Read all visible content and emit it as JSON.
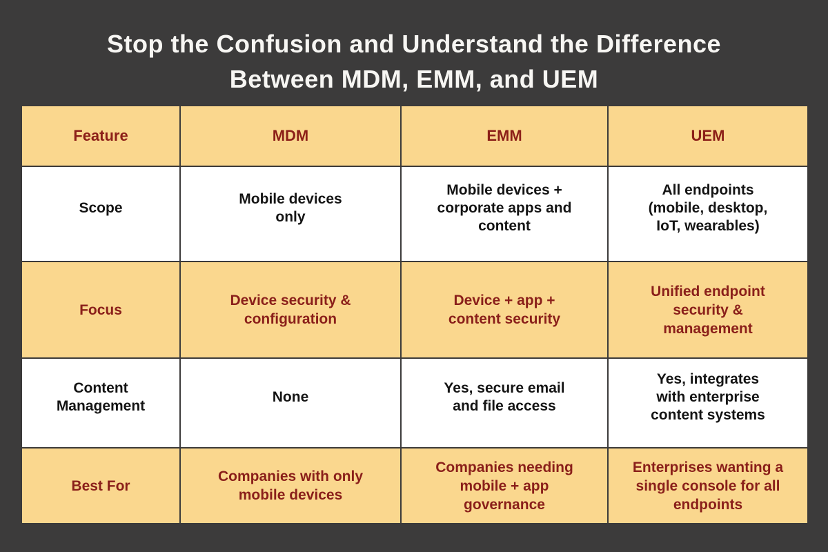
{
  "page": {
    "background_color": "#3C3B3B",
    "title_line1": "Stop the Confusion and Understand the Difference",
    "title_line2": "Between MDM, EMM, and UEM"
  },
  "colors": {
    "cell_orange": "#FAD78E",
    "cell_white": "#FFFFFF",
    "maroon_text": "#8A1F1A",
    "black_text": "#141414",
    "title_text": "#F7F6F3",
    "border": "#3B3A3A"
  },
  "table": {
    "columns": [
      "Feature",
      "MDM",
      "EMM",
      "UEM"
    ],
    "rows": [
      {
        "cells": [
          "Scope",
          "Mobile devices\nonly",
          "Mobile devices +\ncorporate apps and\ncontent",
          "All endpoints\n(mobile, desktop,\nIoT, wearables)"
        ]
      },
      {
        "cells": [
          "Focus",
          "Device security &\nconfiguration",
          "Device + app +\ncontent security",
          "Unified endpoint\nsecurity &\nmanagement"
        ]
      },
      {
        "cells": [
          "Content\nManagement",
          "None",
          "Yes, secure email\nand file access",
          "Yes, integrates\nwith enterprise\ncontent systems"
        ]
      },
      {
        "cells": [
          "Best For",
          "Companies with only\nmobile devices",
          "Companies needing\nmobile + app\ngovernance",
          "Enterprises wanting a\nsingle console for all\nendpoints"
        ]
      }
    ]
  },
  "chart_data": {
    "type": "table",
    "title": "Stop the Confusion and Understand the Difference Between MDM, EMM, and UEM",
    "columns": [
      "Feature",
      "MDM",
      "EMM",
      "UEM"
    ],
    "rows": [
      [
        "Scope",
        "Mobile devices only",
        "Mobile devices + corporate apps and content",
        "All endpoints (mobile, desktop, IoT, wearables)"
      ],
      [
        "Focus",
        "Device security & configuration",
        "Device + app + content security",
        "Unified endpoint security & management"
      ],
      [
        "Content Management",
        "None",
        "Yes, secure email and file access",
        "Yes, integrates with enterprise content systems"
      ],
      [
        "Best For",
        "Companies with only mobile devices",
        "Companies needing mobile + app governance",
        "Enterprises wanting a single console for all endpoints"
      ]
    ],
    "layout": {
      "header_row_background": "#FAD78E",
      "alternating_row_backgrounds": [
        "#FFFFFF",
        "#FAD78E"
      ],
      "grid": true
    }
  }
}
